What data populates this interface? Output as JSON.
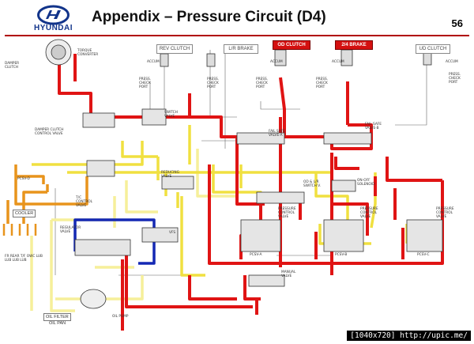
{
  "brand": {
    "name": "HYUNDAI"
  },
  "slide": {
    "title": "Appendix – Pressure Circuit (D4)",
    "page_number": "56"
  },
  "headers": {
    "rev_clutch": "REV CLUTCH",
    "lr_brake": "L/R BRAKE",
    "od_clutch": "OD CLUTCH",
    "brake_24": "2/4 BRAKE",
    "ud_clutch": "UD CLUTCH"
  },
  "labels": {
    "damper_clutch": "DAMPER CLUTCH",
    "torque_converter": "TORQUE CONVERTER",
    "damper_clutch_control_valve": "DAMPER CLUTCH CONTROL VALVE",
    "press_check_port": "PRESS. CHECK PORT",
    "accum": "ACCUM",
    "fail_safe_valve_a": "FAIL SAFE VALVE-A",
    "fail_safe_valve_b": "FAIL SAFE VALVE-B",
    "switch_valve": "SWITCH VALVE",
    "tc_control_valve": "T/C CONTROL VALVE",
    "reducing_valve": "REDUCING VALVE",
    "pressure_control_valve": "PRESSURE CONTROL VALVE",
    "od_lr_switch_valve": "OD & L/R SWITCH V.",
    "on_off_solenoid": "ON-OFF SOLENOID",
    "regulator_valve": "REGULATOR VALVE",
    "manual_valve": "MANUAL VALVE",
    "cooler": "COOLER",
    "lub": "FR REAR T/F OWC LUB LUB LUB LUB",
    "oil_filter": "OIL FILTER",
    "oil_pan": "OIL PAN",
    "oil_pump": "OIL PUMP",
    "pcsv_a": "PCSV-A",
    "pcsv_b": "PCSV-B",
    "pcsv_c": "PCSV-C",
    "pcsv_d": "PCSV-D",
    "vfs": "VFS"
  },
  "watermark": "[1040x720] http://upic.me/",
  "colors": {
    "red": "#e01414",
    "yellow": "#f0e040",
    "light_yellow": "#f6ef9a",
    "orange": "#e8941c",
    "blue": "#1428b4",
    "accent_red": "#b00000",
    "brand_blue": "#12348a"
  }
}
